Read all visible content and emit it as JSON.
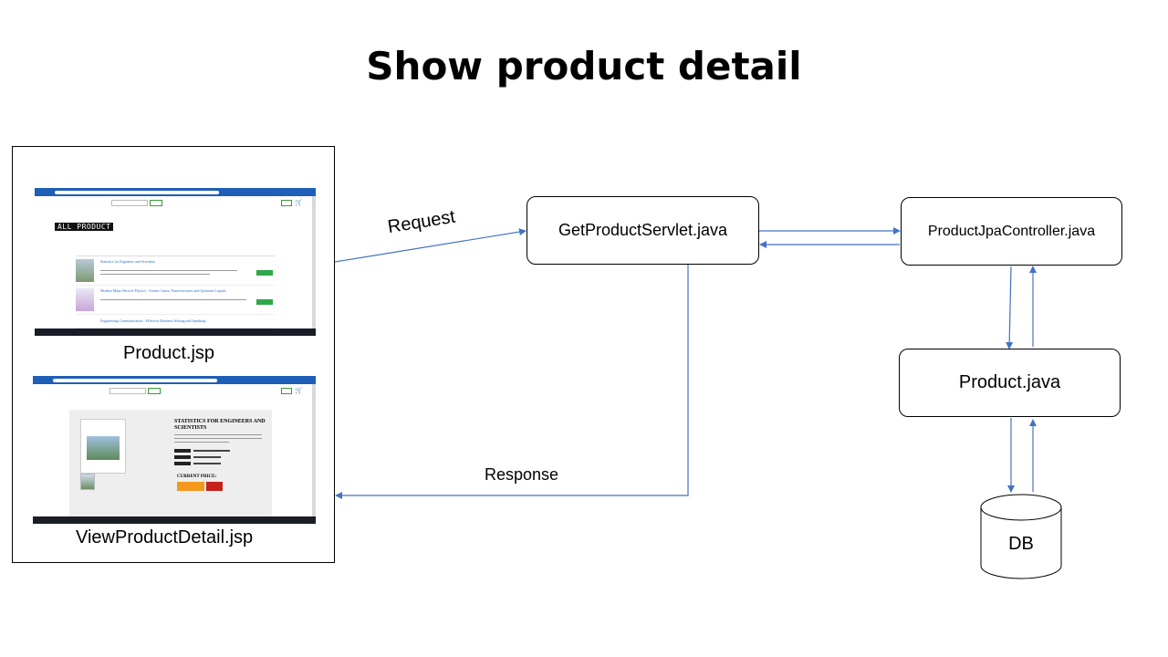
{
  "title": "Show product detail",
  "panel": {
    "product_caption": "Product.jsp",
    "detail_caption": "ViewProductDetail.jsp",
    "product_list_shot": {
      "heading": "ALL PRODUCT",
      "items": [
        "Statistics for Engineers and Scientists",
        "Modern Many-Particle Physics - Atomic Gases, Nanostructures and Quantum Liquids",
        "Engineering Communication - Effective Business Writing and Speaking"
      ]
    },
    "detail_shot": {
      "book_title": "STATISTICS FOR ENGINEERS AND SCIENTISTS",
      "price_label": "CURRENT PRICE:"
    }
  },
  "nodes": {
    "servlet": "GetProductServlet.java",
    "controller": "ProductJpaController.java",
    "model": "Product.java",
    "db": "DB"
  },
  "edges": {
    "request": "Request",
    "response": "Response"
  },
  "colors": {
    "arrow": "#4472c4",
    "border": "#000000"
  }
}
